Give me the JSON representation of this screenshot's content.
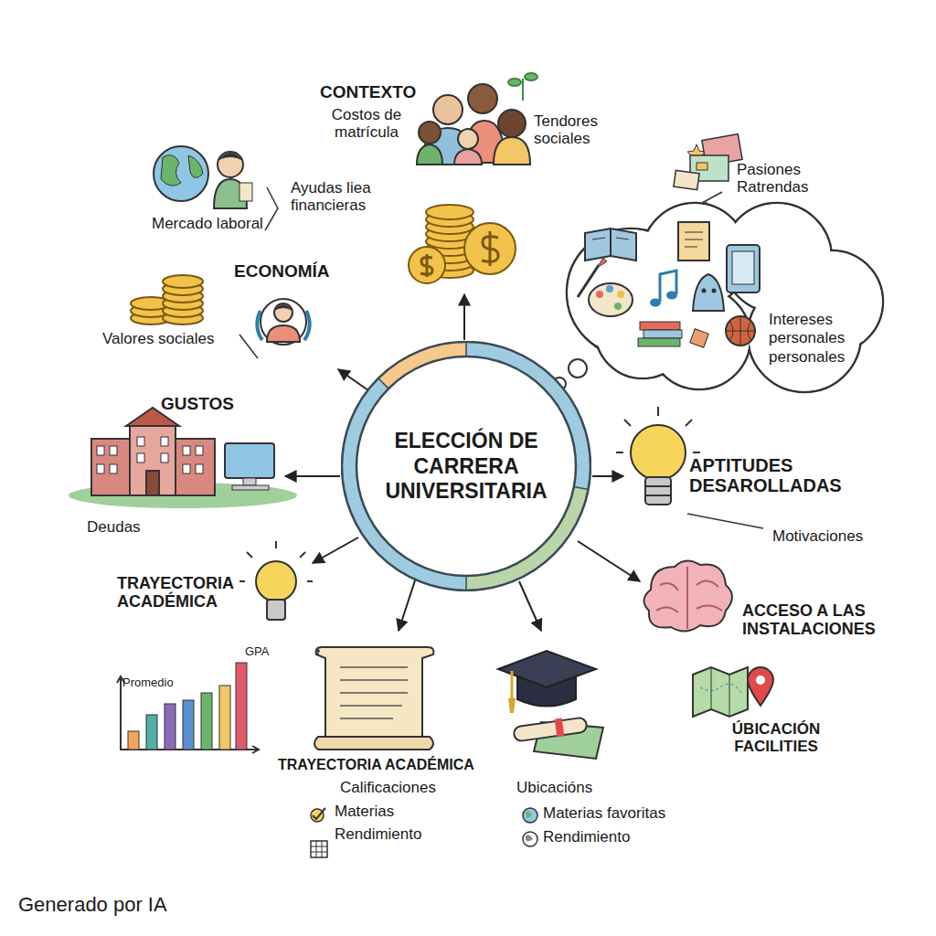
{
  "diagram": {
    "nodes": [
      {
        "text": [
          "ELECCIÓN DE CARRERA UNIVERSITARIA"
        ]
      },
      {
        "text": [
          "Intereses personales personales"
        ]
      }
    ],
    "labels": [
      "CONTEXTO",
      "Costos de matrícula",
      "Tendores sociales",
      "Pasiones Ratrendas",
      "Ayudas liea financieras",
      "Mercado laboral",
      "ECONOMÍA",
      "Valores sociales",
      "GUSTOS",
      "Deudas",
      "APTITUDES DESAROLLADAS",
      "Motivaciones",
      "TRAYECTORIA ACADÉMICA",
      "GPA",
      "Promedio",
      "ACCESO A LAS INSTALACIONES",
      "ÚBICACIÓN FACILITIES",
      "TRAYECTORIA ACADÉMICA",
      "Calificaciones",
      "Materias",
      "Rendimiento",
      "Ubicacións",
      "Materias favoritas",
      "Rendimiento",
      "Generado por IA"
    ]
  }
}
